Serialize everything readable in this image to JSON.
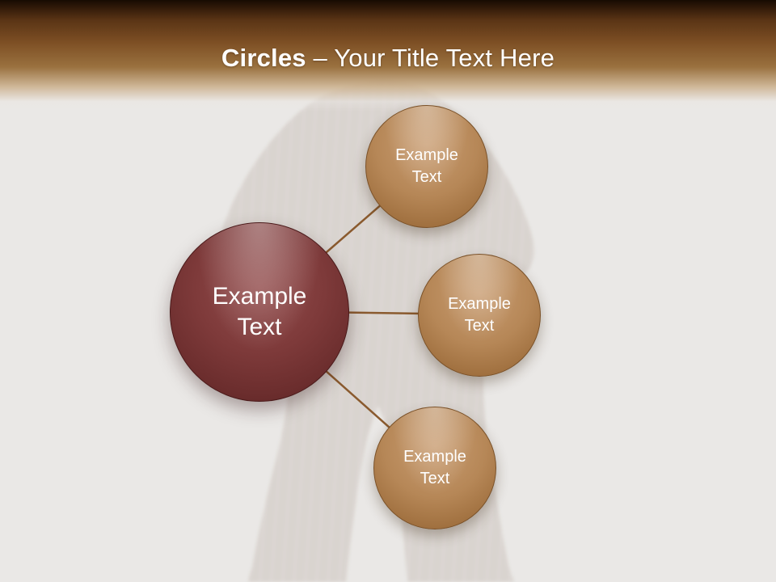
{
  "slide": {
    "background_color": "#eae8e6",
    "watermark": "standing-figure-silhouette"
  },
  "header": {
    "title_bold": "Circles",
    "title_rest": " – Your Title Text Here",
    "text_color": "#ffffff",
    "band_top_color": "#170b02",
    "band_mid_color": "#7d4f24"
  },
  "diagram": {
    "connector_color": "#8a5a2e",
    "center_circle": {
      "label": "Example Text",
      "fill": "#7c3b3b"
    },
    "satellite_circles": [
      {
        "label": "Example Text",
        "fill": "#b68757"
      },
      {
        "label": "Example Text",
        "fill": "#b68757"
      },
      {
        "label": "Example Text",
        "fill": "#b68757"
      }
    ]
  }
}
